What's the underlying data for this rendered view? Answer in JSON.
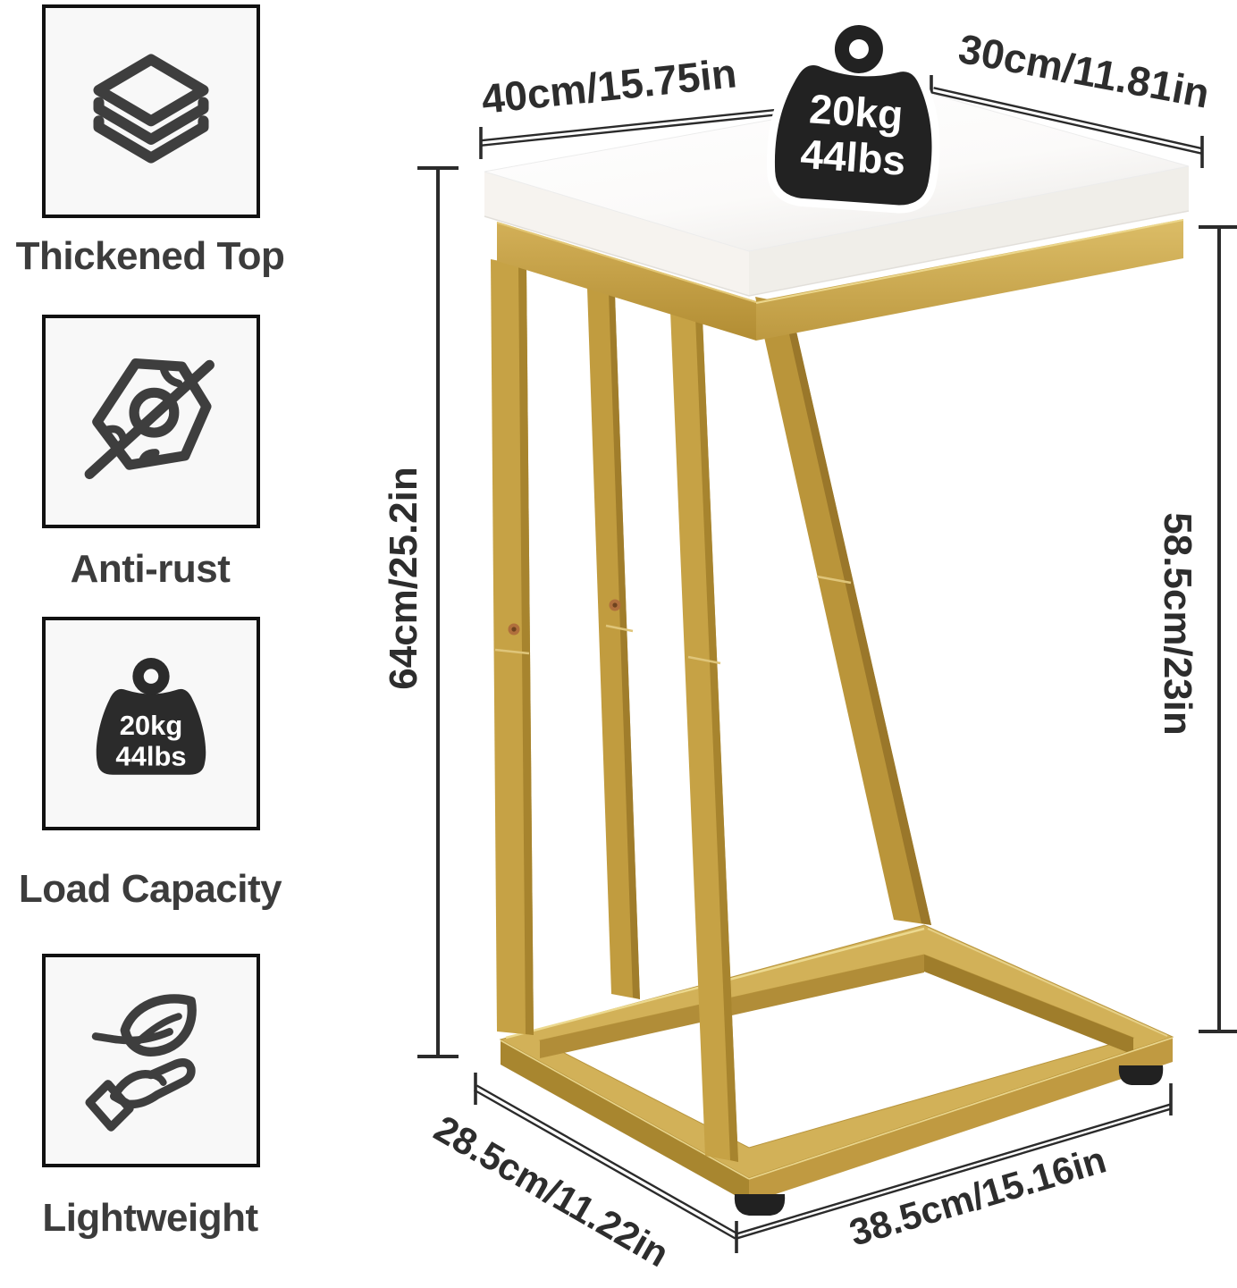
{
  "features": [
    {
      "label": "Thickened Top",
      "icon": "layers-icon"
    },
    {
      "label": "Anti-rust",
      "icon": "anti-rust-icon"
    },
    {
      "label": "Load Capacity",
      "icon": "weight-icon",
      "icon_text": [
        "20kg",
        "44lbs"
      ]
    },
    {
      "label": "Lightweight",
      "icon": "leaf-hand-icon"
    }
  ],
  "weight_badge": {
    "line1": "20kg",
    "line2": "44lbs"
  },
  "dimensions": {
    "top_length": "40cm/15.75in",
    "top_width": "30cm/11.81in",
    "height_left": "64cm/25.2in",
    "height_right": "58.5cm/23in",
    "base_width": "28.5cm/11.22in",
    "base_length": "38.5cm/15.16in"
  },
  "colors": {
    "gold": "#C6A144",
    "gold_dark": "#A7842E",
    "gold_light": "#E3CB7D",
    "top_white": "#FFFFFF",
    "badge_black": "#222222",
    "ink": "#2d2d2d"
  }
}
